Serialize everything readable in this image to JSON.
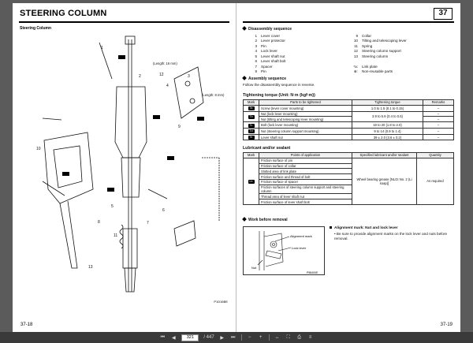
{
  "left_page": {
    "title": "STEERING COLUMN",
    "subtitle": "Steering Column",
    "folio": "37-18",
    "fig_code": "P1D16BE",
    "callouts": [
      "1",
      "2",
      "3",
      "4",
      "5",
      "6",
      "7",
      "8",
      "9",
      "10",
      "11",
      "12",
      "13"
    ],
    "length_a": "(Length: 16 mm)",
    "length_b": "(Length: 8 mm)"
  },
  "right_page": {
    "page_number": "37",
    "folio": "37-19",
    "disassembly": {
      "heading": "Disassembly sequence",
      "col1": [
        {
          "n": "1",
          "t": "Lever cover"
        },
        {
          "n": "2",
          "t": "Lever protector"
        },
        {
          "n": "3",
          "t": "Pin"
        },
        {
          "n": "4",
          "t": "Lock lever"
        },
        {
          "n": "5",
          "t": "Lever shaft nut"
        },
        {
          "n": "6",
          "t": "Lever shaft bolt"
        },
        {
          "n": "7",
          "t": "Spacer"
        },
        {
          "n": "8",
          "t": "Pin"
        }
      ],
      "col2": [
        {
          "n": "9",
          "t": "Collar"
        },
        {
          "n": "10",
          "t": "Tilting and telescoping lever"
        },
        {
          "n": "11",
          "t": "Spring"
        },
        {
          "n": "12",
          "t": "Steering column support"
        },
        {
          "n": "13",
          "t": "Steering column"
        },
        {
          "n": "",
          "t": ""
        },
        {
          "n": "*a:",
          "t": "Link plate"
        },
        {
          "n": "⊗:",
          "t": "Non-reusable parts"
        }
      ]
    },
    "assembly": {
      "heading": "Assembly sequence",
      "text": "Follow the disassembly sequence in reverse."
    },
    "torque": {
      "heading": "Tightening torque (Unit: N·m {kgf·m})",
      "columns": [
        "Mark",
        "Parts to be tightened",
        "Tightening torque",
        "Remarks"
      ],
      "rows": [
        {
          "mark": "Ta",
          "part": "Screw (lever cover mounting)",
          "torque": "1.0 to 1.5 {0.1 to 0.15}",
          "remarks": "–"
        },
        {
          "mark": "Tb",
          "part": "Nut (lock lever mounting)",
          "torque": "3.9 to 5.9 {0.4 to 0.6}",
          "remarks": "–"
        },
        {
          "mark": "",
          "part": "Nut (tilting and telescoping lever mounting)",
          "torque": "",
          "remarks": "–"
        },
        {
          "mark": "Tc",
          "part": "Bolt (lock lever mounting)",
          "torque": "18 to 20 {1.8 to 2.0}",
          "remarks": "–"
        },
        {
          "mark": "Td",
          "part": "Nut (steering column support mounting)",
          "torque": "9 to 14 {0.9 to 1.4}",
          "remarks": "–"
        },
        {
          "mark": "Te",
          "part": "Lever shaft nut",
          "torque": "39 ± 2.0 {3.6 ± 0.2}",
          "remarks": "–"
        }
      ]
    },
    "lubricant": {
      "heading": "Lubricant and/or sealant",
      "columns": [
        "Mark",
        "Points of application",
        "Specified lubricant and/or sealant",
        "Quantity"
      ],
      "mark": "Lb",
      "points": [
        "Friction surface of pin",
        "Friction surface of collar",
        "Slotted area of link plate",
        "Friction surface and thread of bolt",
        "Friction surface of spacer",
        "Friction surfaces of steering column support and steering column",
        "Thread area of lever shaft nut",
        "Friction surface of lever shaft bolt"
      ],
      "lubricant": "Wheel bearing grease [NLGI No. 2 (Li soap)]",
      "quantity": "As required"
    },
    "work_before_removal": "Work before removal",
    "alignment": {
      "heading": "Alignment mark: Nut and lock lever",
      "text": "Be sure to provide alignment marks on the lock lever and nuts before removal.",
      "label_mark": "Alignment mark",
      "label_lever": "Lock lever",
      "label_nut": "Nut",
      "fig_code": "P58400E"
    }
  },
  "toolbar": {
    "current_page": "321",
    "total_pages": "/ 447"
  }
}
